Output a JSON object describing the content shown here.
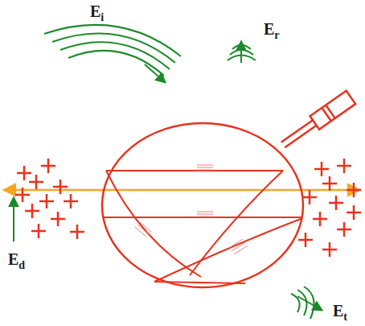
{
  "diagram": {
    "labels": [
      "Ei",
      "Er",
      "Et",
      "Ed"
    ]
  }
}
